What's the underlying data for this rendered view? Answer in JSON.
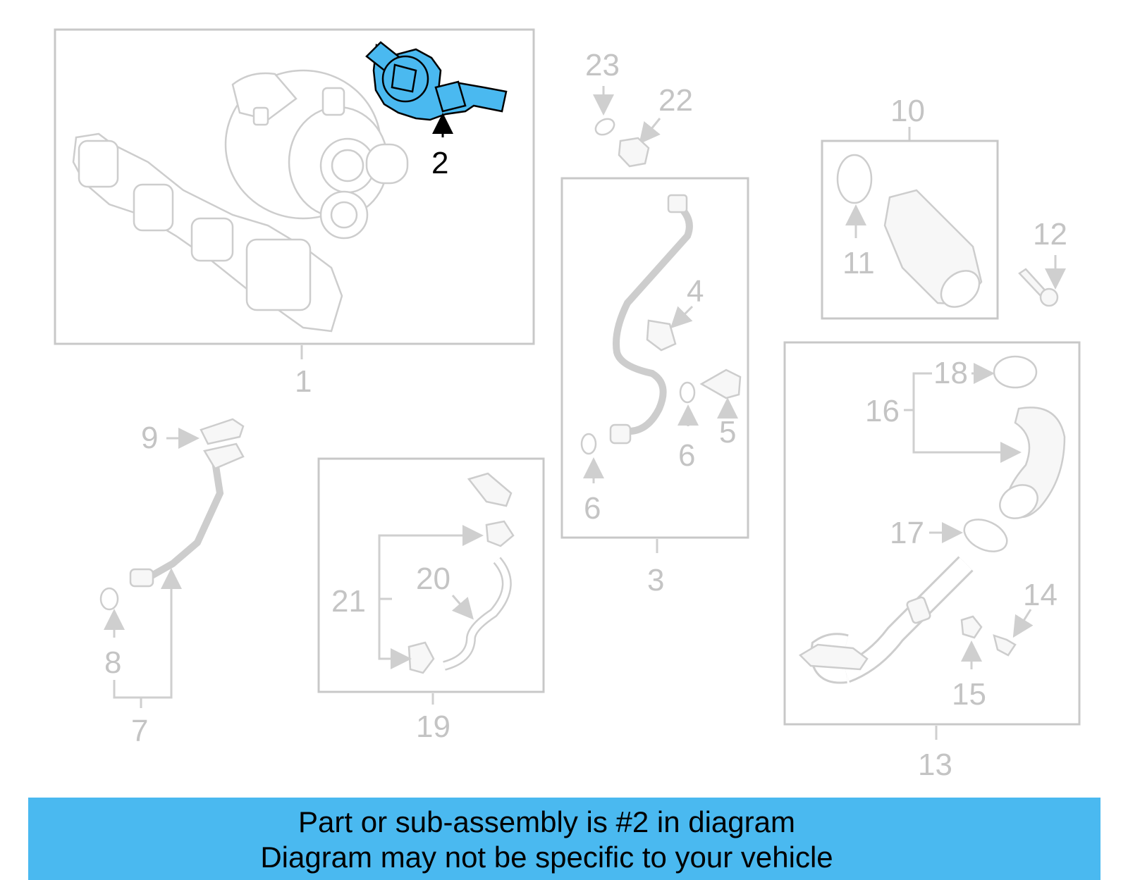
{
  "callouts": {
    "c1": "1",
    "c2": "2",
    "c3": "3",
    "c4": "4",
    "c5": "5",
    "c6a": "6",
    "c6b": "6",
    "c7": "7",
    "c8": "8",
    "c9": "9",
    "c10": "10",
    "c11": "11",
    "c12": "12",
    "c13": "13",
    "c14": "14",
    "c15": "15",
    "c16": "16",
    "c17": "17",
    "c18": "18",
    "c19": "19",
    "c20": "20",
    "c21": "21",
    "c22": "22",
    "c23": "23"
  },
  "banner": {
    "line1": "Part or sub-assembly is #2 in diagram",
    "line2": "Diagram may not be specific to your vehicle"
  },
  "colors": {
    "highlight": "#4ab9f0",
    "banner_bg": "#4ab9f0",
    "outline_grey": "#c8c8c8"
  }
}
